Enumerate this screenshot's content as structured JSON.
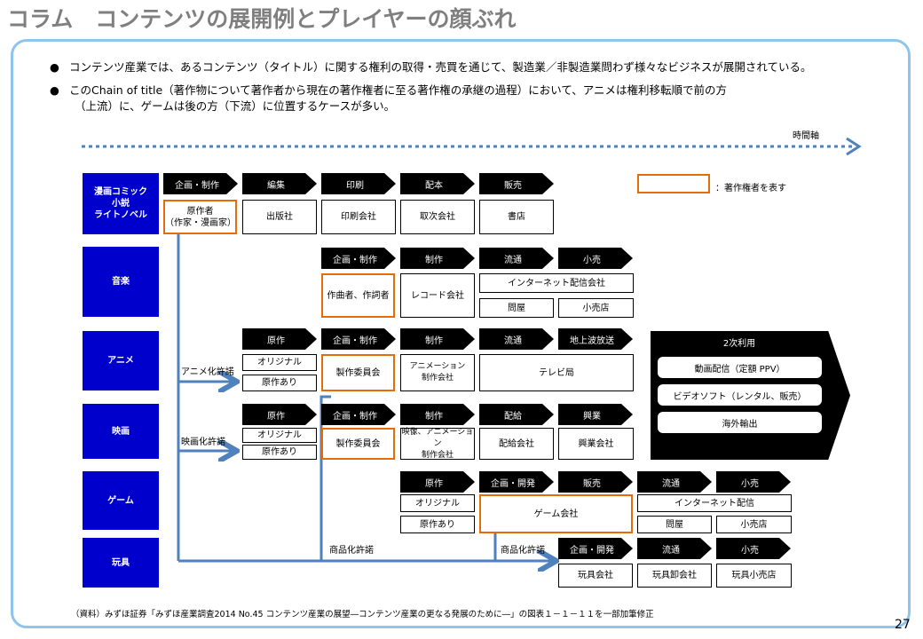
{
  "title": "コラム　コンテンツの展開例とプレイヤーの顔ぶれ",
  "bullets": [
    "コンテンツ産業では、あるコンテンツ（タイトル）に関する権利の取得・売買を通じて、製造業／非製造業問わず様々なビジネスが展開されている。",
    "このChain of title（著作物について著作者から現在の著作権者に至る著作権の承継の過程）において、アニメは権利移転順で前の方",
    "（上流）に、ゲームは後の方（下流）に位置するケースが多い。"
  ],
  "bullet_symbol": "●",
  "timeline_label": "時間軸",
  "legend_text": "：著作権者を表す",
  "categories": {
    "manga": "漫画コミック\n小説\nライトノベル",
    "music": "音楽",
    "anime": "アニメ",
    "film": "映画",
    "game": "ゲーム",
    "toy": "玩具"
  },
  "manga": {
    "headers": [
      "企画・制作",
      "編集",
      "印刷",
      "配本",
      "販売"
    ],
    "boxes": [
      "原作者\n（作家・漫画家）",
      "出版社",
      "印刷会社",
      "取次会社",
      "書店"
    ]
  },
  "music": {
    "headers": [
      "企画・制作",
      "制作",
      "流通",
      "小売"
    ],
    "author": "作曲者、作詞者",
    "label": "レコード会社",
    "net": "インターネット配信会社",
    "wholesale": "問屋",
    "retail": "小売店"
  },
  "anime": {
    "headers": [
      "原作",
      "企画・制作",
      "制作",
      "流通",
      "地上波放送"
    ],
    "permit": "アニメ化許諾",
    "original": "オリジナル",
    "based": "原作あり",
    "committee": "製作委員会",
    "studio": "アニメーション\n制作会社",
    "tv": "テレビ局"
  },
  "secondary": {
    "title": "2次利用",
    "items": [
      "動画配信（定額 PPV）",
      "ビデオソフト（レンタル、販売）",
      "海外輸出"
    ]
  },
  "film": {
    "headers": [
      "原作",
      "企画・制作",
      "制作",
      "配給",
      "興業"
    ],
    "permit": "映画化許諾",
    "original": "オリジナル",
    "based": "原作あり",
    "committee": "製作委員会",
    "studio": "映像、アニメーション\n制作会社",
    "distributor": "配給会社",
    "exhibitor": "興業会社"
  },
  "game": {
    "headers": [
      "原作",
      "企画・開発",
      "販売",
      "流通",
      "小売"
    ],
    "original": "オリジナル",
    "based": "原作あり",
    "company": "ゲーム会社",
    "net": "インターネット配信",
    "wholesale": "問屋",
    "retail": "小売店"
  },
  "toy": {
    "permit1": "商品化許諾",
    "permit2": "商品化許諾",
    "headers": [
      "企画・開発",
      "流通",
      "小売"
    ],
    "boxes": [
      "玩具会社",
      "玩具卸会社",
      "玩具小売店"
    ]
  },
  "source": "（資料）みずほ証券「みずほ産業調査2014 No.45 コンテンツ産業の展望―コンテンツ産業の更なる発展のために―」の図表１－１－１１を一部加筆修正",
  "page_number": "27",
  "colors": {
    "category": "#0000cc",
    "owner_border": "#e46c0a",
    "arrow": "#4f81bd",
    "frame": "#8ec5ee",
    "title": "#7f7f7f"
  }
}
